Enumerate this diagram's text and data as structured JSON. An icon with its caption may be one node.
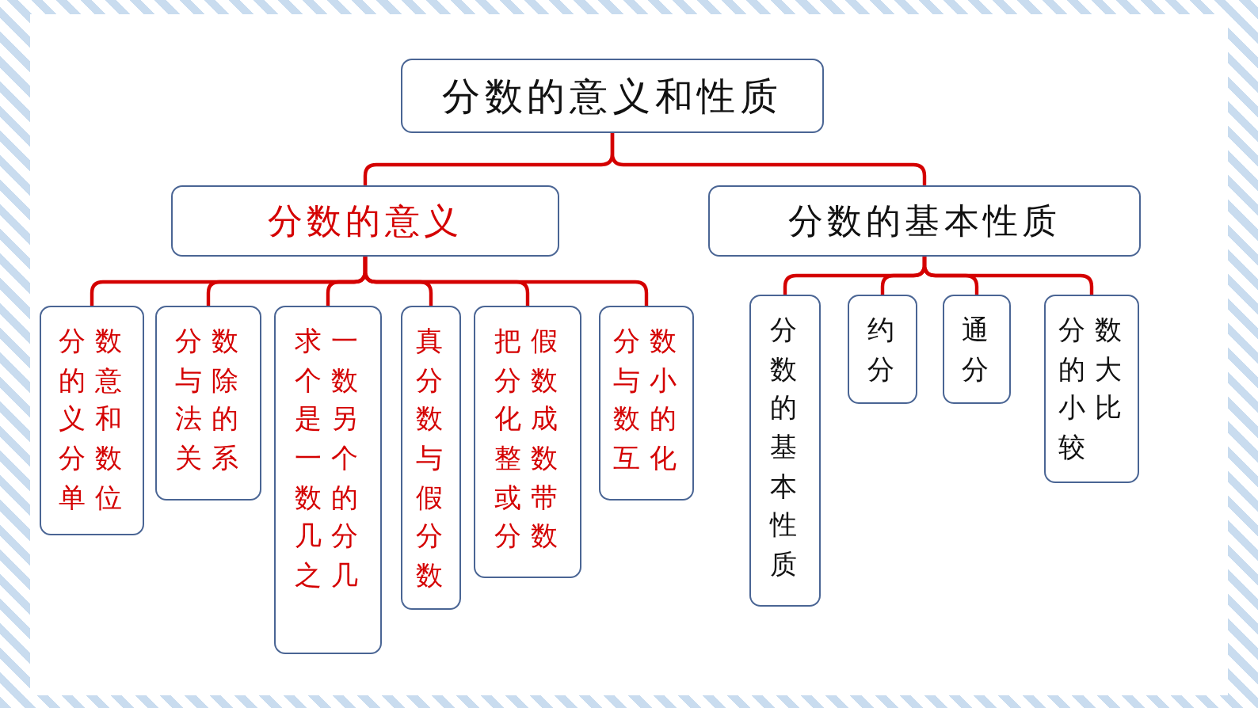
{
  "diagram": {
    "nodes": [
      {
        "text": [
          "分数的意义和性质"
        ]
      },
      {
        "text": [
          "分数的意义"
        ]
      },
      {
        "text": [
          "分数的基本性质"
        ]
      },
      {
        "text": [
          "分数的意义和分数单位"
        ]
      },
      {
        "text": [
          "分数与除法的关系"
        ]
      },
      {
        "text": [
          "求一个数是另一个数的几分之几"
        ]
      },
      {
        "text": [
          "真分数与假分数"
        ]
      },
      {
        "text": [
          "把假分数化成整数或带分数"
        ]
      },
      {
        "text": [
          "分数与小数的互化"
        ]
      },
      {
        "text": [
          "分数的基本性质"
        ]
      },
      {
        "text": [
          "约分"
        ]
      },
      {
        "text": [
          "通分"
        ]
      },
      {
        "text": [
          "分数的大小比较"
        ]
      }
    ],
    "edges": [
      {
        "from": 0,
        "to": 1,
        "arrow": "none"
      },
      {
        "from": 0,
        "to": 2,
        "arrow": "none"
      },
      {
        "from": 1,
        "to": 3,
        "arrow": "none"
      },
      {
        "from": 1,
        "to": 4,
        "arrow": "none"
      },
      {
        "from": 1,
        "to": 5,
        "arrow": "none"
      },
      {
        "from": 1,
        "to": 6,
        "arrow": "none"
      },
      {
        "from": 1,
        "to": 7,
        "arrow": "none"
      },
      {
        "from": 1,
        "to": 8,
        "arrow": "none"
      },
      {
        "from": 2,
        "to": 9,
        "arrow": "none"
      },
      {
        "from": 2,
        "to": 10,
        "arrow": "none"
      },
      {
        "from": 2,
        "to": 11,
        "arrow": "none"
      },
      {
        "from": 2,
        "to": 12,
        "arrow": "none"
      }
    ]
  }
}
